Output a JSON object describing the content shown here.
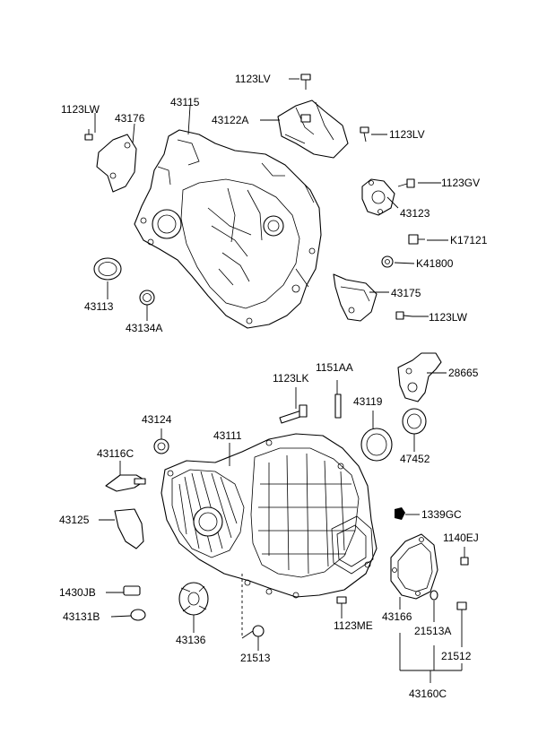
{
  "labels": {
    "l_1123LV_top": "1123LV",
    "l_1123LW_left": "1123LW",
    "l_43176": "43176",
    "l_43115": "43115",
    "l_43122A": "43122A",
    "l_1123LV_right": "1123LV",
    "l_1123GV": "1123GV",
    "l_43123": "43123",
    "l_K17121": "K17121",
    "l_K41800": "K41800",
    "l_43175": "43175",
    "l_1123LW_right": "1123LW",
    "l_43113": "43113",
    "l_43134A": "43134A",
    "l_1151AA": "1151AA",
    "l_1123LK": "1123LK",
    "l_28665": "28665",
    "l_43119": "43119",
    "l_43124": "43124",
    "l_43111": "43111",
    "l_47452": "47452",
    "l_43116C": "43116C",
    "l_43125": "43125",
    "l_1339GC": "1339GC",
    "l_1140EJ": "1140EJ",
    "l_1430JB": "1430JB",
    "l_43131B": "43131B",
    "l_43136": "43136",
    "l_1123ME": "1123ME",
    "l_43166": "43166",
    "l_21513A": "21513A",
    "l_21513": "21513",
    "l_21512": "21512",
    "l_43160C": "43160C"
  }
}
